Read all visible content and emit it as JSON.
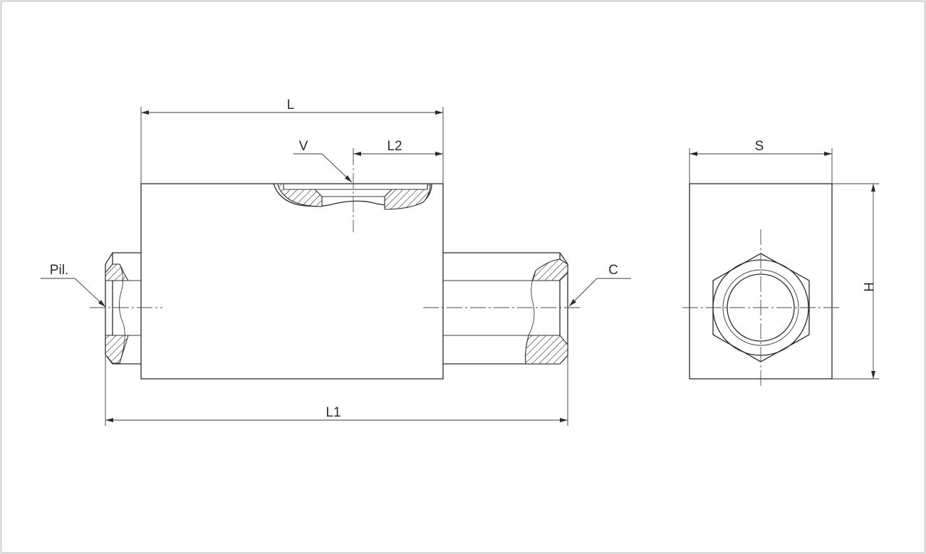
{
  "colors": {
    "background": "#ffffff",
    "border": "#cfcfcf",
    "line": "#2b2b2b"
  },
  "labels": {
    "L": "L",
    "V": "V",
    "L2": "L2",
    "Pil": "Pil.",
    "C": "C",
    "L1": "L1",
    "S": "S",
    "H": "H"
  }
}
